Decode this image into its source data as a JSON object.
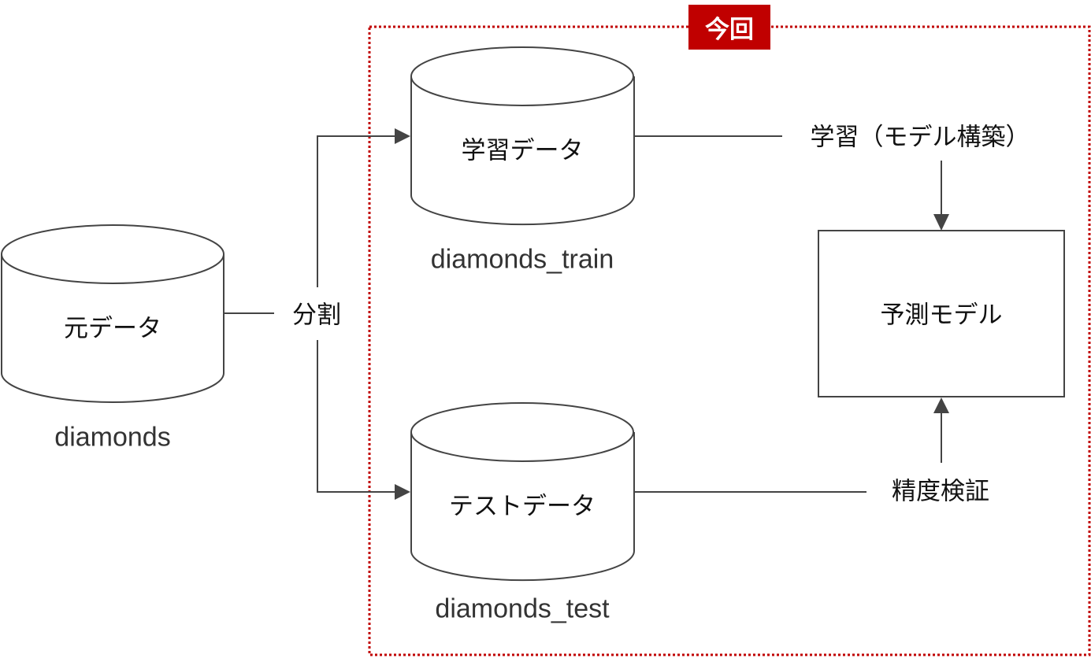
{
  "region": {
    "label": "今回",
    "color": "#c00000"
  },
  "nodes": {
    "source": {
      "title": "元データ",
      "name": "diamonds"
    },
    "train": {
      "title": "学習データ",
      "name": "diamonds_train"
    },
    "test": {
      "title": "テストデータ",
      "name": "diamonds_test"
    },
    "model": {
      "title": "予測モデル"
    }
  },
  "edges": {
    "split": "分割",
    "train": "学習（モデル構築）",
    "validate": "精度検証"
  },
  "colors": {
    "stroke": "#444444",
    "text": "#111111",
    "subtext": "#333333"
  }
}
